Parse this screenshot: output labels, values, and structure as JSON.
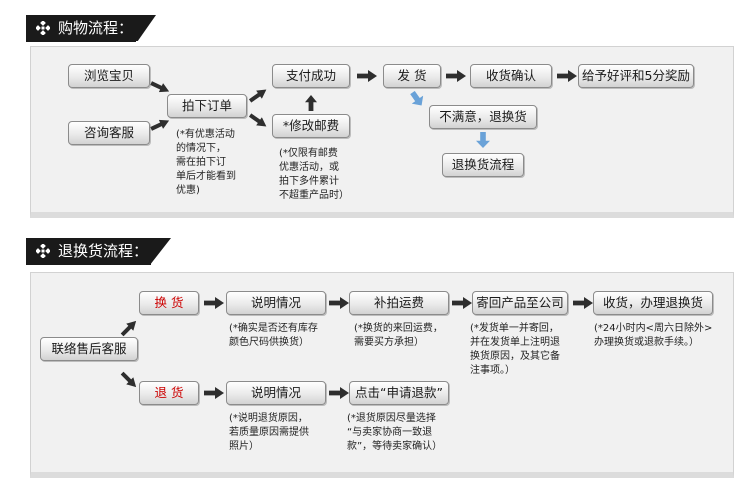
{
  "section1": {
    "title": "购物流程：",
    "nodes": {
      "browse": "浏览宝贝",
      "consult": "咨询客服",
      "order": "拍下订单",
      "pay": "支付成功",
      "ship": "发 货",
      "receive": "收货确认",
      "review": "给予好评和5分奖励",
      "modify": "*修改邮费",
      "unsatisfied": "不满意，退换货",
      "return_flow": "退换货流程"
    },
    "notes": {
      "order_note": [
        "(*有优惠活动",
        "的情况下，",
        "需在拍下订",
        "单后才能看到",
        "优惠)"
      ],
      "modify_note": [
        "(*仅限有邮费",
        "优惠活动，或",
        "拍下多件累计",
        "不超重产品时）"
      ]
    }
  },
  "section2": {
    "title": "退换货流程：",
    "nodes": {
      "contact": "联络售后客服",
      "exchange": "换 货",
      "refund": "退 货",
      "explain1": "说明情况",
      "explain2": "说明情况",
      "reship": "补拍运费",
      "send_back": "寄回产品至公司",
      "confirm": "收货，办理退换货",
      "apply": "点击“申请退款”"
    },
    "notes": {
      "explain1_note": [
        "(*确实是否还有库存",
        "颜色尺码供换货）"
      ],
      "reship_note": [
        "(*换货的来回运费，",
        "需要买方承担）"
      ],
      "send_back_note": [
        "(*发货单一并寄回，",
        "并在发货单上注明退",
        "换货原因，及其它备",
        "注事项。）"
      ],
      "confirm_note": [
        "(*24小时内<周六日除外>",
        "办理换货或退款手续。）"
      ],
      "explain2_note": [
        "(*说明退货原因，",
        "若质量原因需提供",
        "照片）"
      ],
      "apply_note": [
        "(*退货原因尽量选择",
        "“与卖家协商一致退",
        "款”，等待卖家确认）"
      ]
    }
  },
  "colors": {
    "accent_red": "#cc0000",
    "header_bg": "#1a1a1a",
    "panel_bg": "#f1f1f1",
    "hint_arrow": "#6aa2d8"
  }
}
